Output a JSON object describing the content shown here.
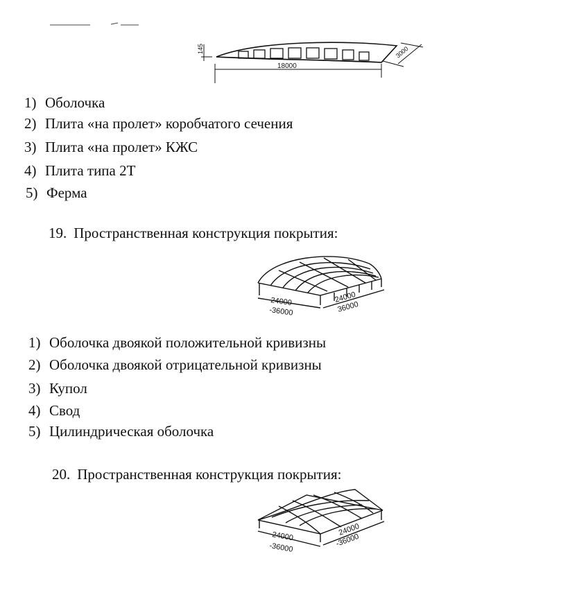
{
  "figure_top": {
    "dim_height": "145",
    "dim_span": "18000",
    "dim_width": "3000"
  },
  "options_q18": [
    {
      "num": "1)",
      "text": "Оболочка"
    },
    {
      "num": "2)",
      "text": "Плита «на пролет» коробчатого сечения"
    },
    {
      "num": "3)",
      "text": "Плита «на пролет» КЖС"
    },
    {
      "num": "4)",
      "text": "Плита типа 2Т"
    },
    {
      "num": "5)",
      "text": "Ферма"
    }
  ],
  "question19": {
    "number": "19.",
    "text": "Пространственная конструкция покрытия:",
    "figure": {
      "dim_a": "24000",
      "dim_a2": "-36000",
      "dim_b": "24000",
      "dim_b2": "36000"
    }
  },
  "options_q19": [
    {
      "num": "1)",
      "text": "Оболочка двоякой положительной кривизны"
    },
    {
      "num": "2)",
      "text": "Оболочка двоякой отрицательной кривизны"
    },
    {
      "num": "3)",
      "text": "Купол"
    },
    {
      "num": "4)",
      "text": "Свод"
    },
    {
      "num": "5)",
      "text": "Цилиндрическая оболочка"
    }
  ],
  "question20": {
    "number": "20.",
    "text": "Пространственная конструкция покрытия:",
    "figure": {
      "dim_a": "24000",
      "dim_a2": "-36000",
      "dim_b": "24000",
      "dim_b2": "-36000"
    }
  }
}
